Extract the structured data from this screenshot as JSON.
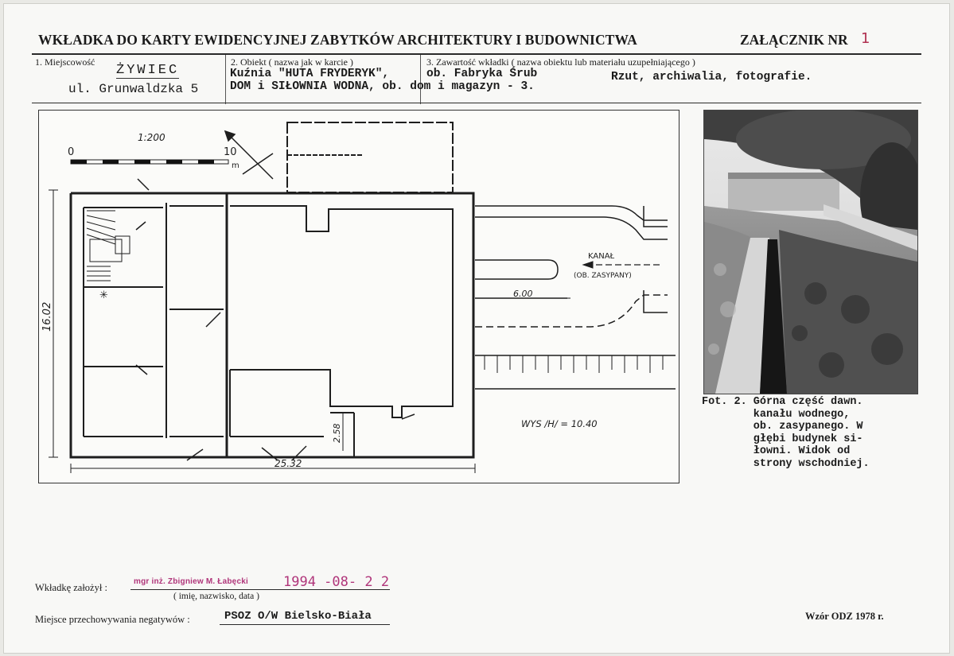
{
  "header": {
    "title": "WKŁADKA DO KARTY EWIDENCYJNEJ ZABYTKÓW ARCHITEKTURY I BUDOWNICTWA",
    "annex_label": "ZAŁĄCZNIK NR",
    "annex_number": "1"
  },
  "fields": {
    "locality_label": "1. Miejscowość",
    "locality_value": "ŻYWIEC",
    "address": "ul. Grunwaldzka 5",
    "object_label": "2. Obiekt ( nazwa jak w karcie )",
    "object_line1": "Kuźnia \"HUTA FRYDERYK\",",
    "object_line2": "DOM i SIŁOWNIA WODNA, ob. dom i magazyn - 3.",
    "contents_label": "3. Zawartość wkładki ( nazwa obiektu lub materiału uzupełniającego )",
    "contents_line1": "ob. Fabryka Śrub",
    "contents_value": "Rzut, archiwalia, fotografie."
  },
  "plan": {
    "scale": "1:200",
    "scale_zero": "0",
    "scale_ten": "10",
    "scale_unit": "m",
    "dim_height": "16.02",
    "dim_width": "25.32",
    "dim_small": "2.58",
    "dim_600": "6.00",
    "canal_label": "KANAŁ",
    "canal_note": "(OB. ZASYPANY)",
    "height_note": "WYS /H/ = 10.40"
  },
  "photo": {
    "caption": "Fot. 2. Górna część dawn.\n        kanału wodnego,\n        ob. zasypanego. W\n        głębi budynek si-\n        łowni. Widok od\n        strony wschodniej."
  },
  "footer": {
    "founder_label": "Wkładkę założył :",
    "founder_name": "mgr inż. Zbigniew M. Łabęcki",
    "founder_date": "1994 -08- 2 2",
    "founder_hint": "( imię, nazwisko, data )",
    "storage_label": "Miejsce przechowywania negatywów :",
    "storage_value": "PSOZ O/W Bielsko-Biała",
    "form_version": "Wzór ODZ 1978 r."
  },
  "colors": {
    "stamp": "#b0357a",
    "ink": "#1b1b1b",
    "paper": "#f8f8f6"
  }
}
